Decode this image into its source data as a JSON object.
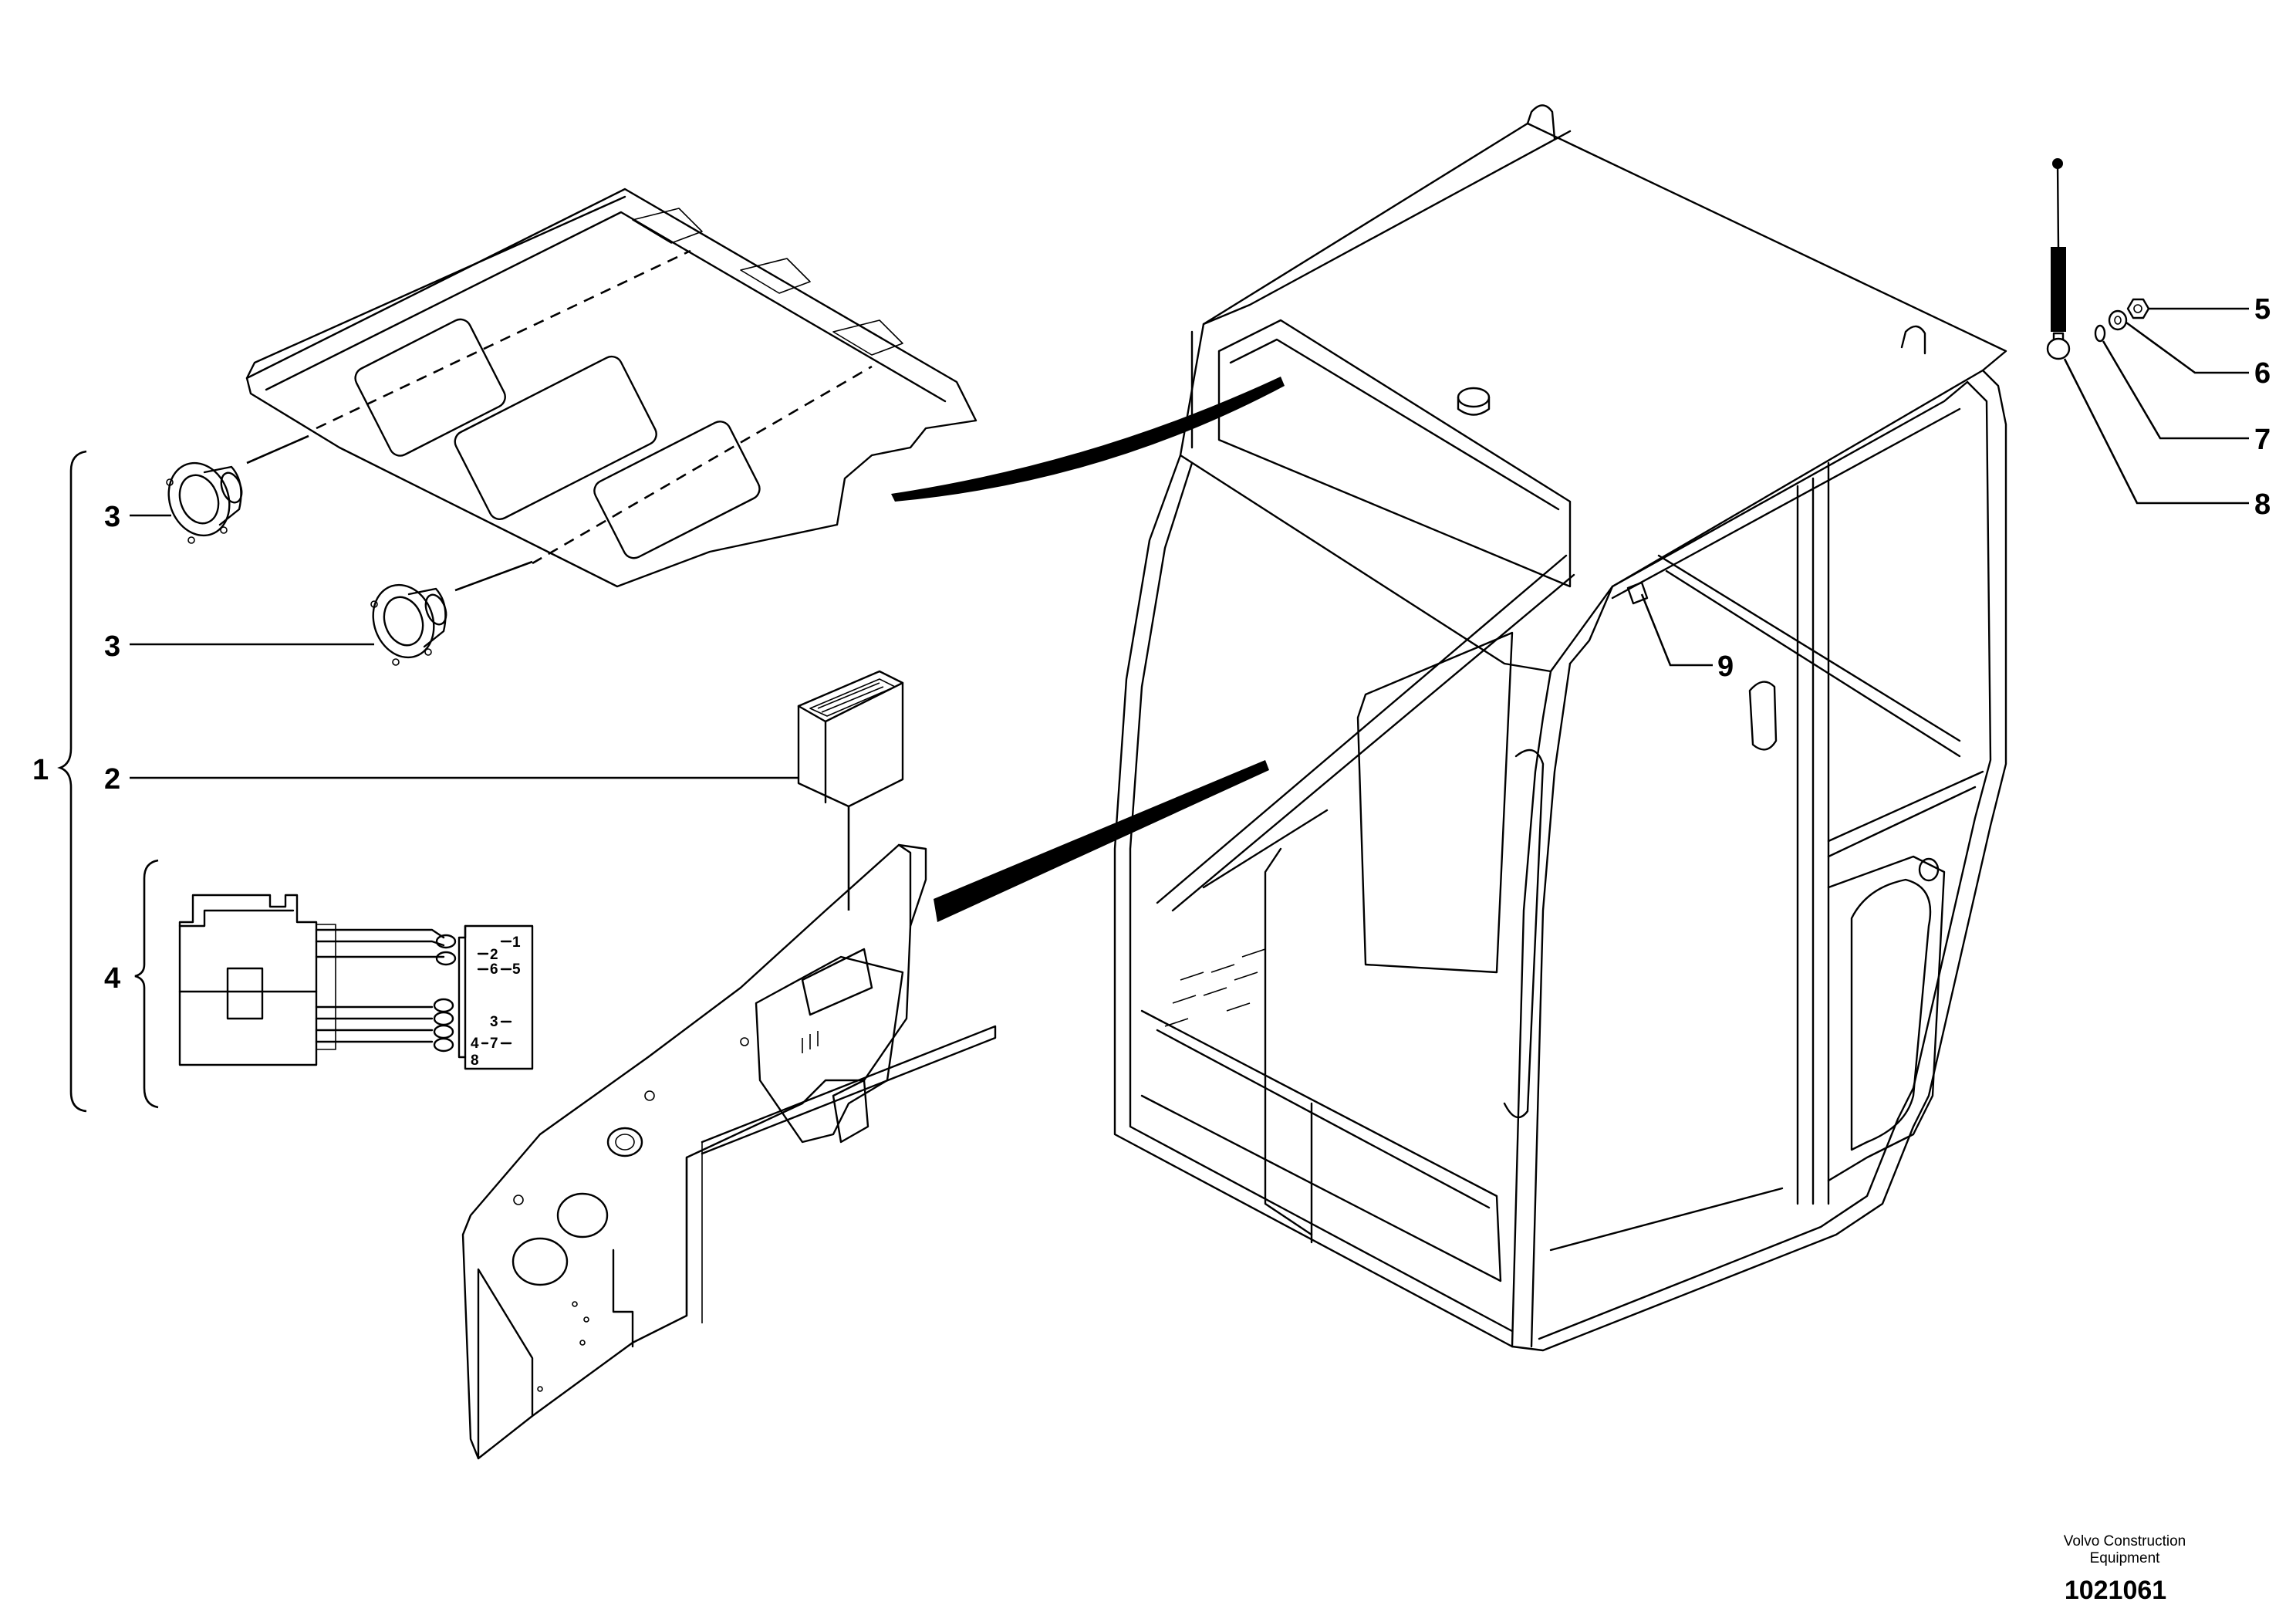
{
  "callouts": {
    "c1": "1",
    "c2": "2",
    "c3a": "3",
    "c3b": "3",
    "c4": "4",
    "c5": "5",
    "c6": "6",
    "c7": "7",
    "c8": "8",
    "c9": "9"
  },
  "connector_pins": {
    "p1": "1",
    "p2": "2",
    "p3": "3",
    "p4": "4",
    "p5": "5",
    "p6": "6",
    "p7": "7",
    "p8": "8"
  },
  "footer": {
    "brand_line1": "Volvo Construction",
    "brand_line2": "Equipment",
    "drawing_number": "1021061"
  }
}
